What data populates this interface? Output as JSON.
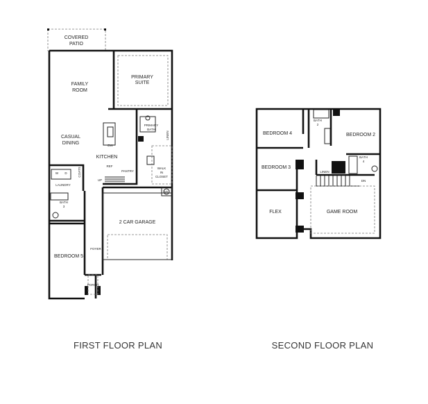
{
  "first_floor": {
    "title": "FIRST FLOOR PLAN",
    "rooms": {
      "covered_patio_1": "COVERED",
      "covered_patio_2": "PATIO",
      "family_room_1": "FAMILY",
      "family_room_2": "ROOM",
      "primary_suite_1": "PRIMARY",
      "primary_suite_2": "SUITE",
      "primary_bath_1": "PRIMARY",
      "primary_bath_2": "BATH",
      "casual_dining_1": "CASUAL",
      "casual_dining_2": "DINING",
      "kitchen": "KITCHEN",
      "pantry": "PANTRY",
      "ref": "REF",
      "dw": "DW",
      "walk_in_closet_1": "WALK",
      "walk_in_closet_2": "IN",
      "walk_in_closet_3": "CLOSET",
      "linen": "LINEN",
      "laundry": "LAUNDRY",
      "washer": "W",
      "dryer": "D",
      "coats": "COATS",
      "up": "UP",
      "bath3_1": "BATH",
      "bath3_2": "3",
      "bedroom5": "BEDROOM 5",
      "foyer": "FOYER",
      "porch": "PORCH",
      "garage": "2 CAR GARAGE",
      "wh": "W/H"
    }
  },
  "second_floor": {
    "title": "SECOND FLOOR PLAN",
    "rooms": {
      "bedroom4": "BEDROOM 4",
      "bath2_1": "BATH",
      "bath2_2": "2",
      "bedroom2": "BEDROOM 2",
      "bedroom3": "BEDROOM 3",
      "bath4_1": "BATH",
      "bath4_2": "4",
      "linen": "LINEN",
      "dn": "DN",
      "flex": "FLEX",
      "game_room": "GAME ROOM"
    }
  }
}
